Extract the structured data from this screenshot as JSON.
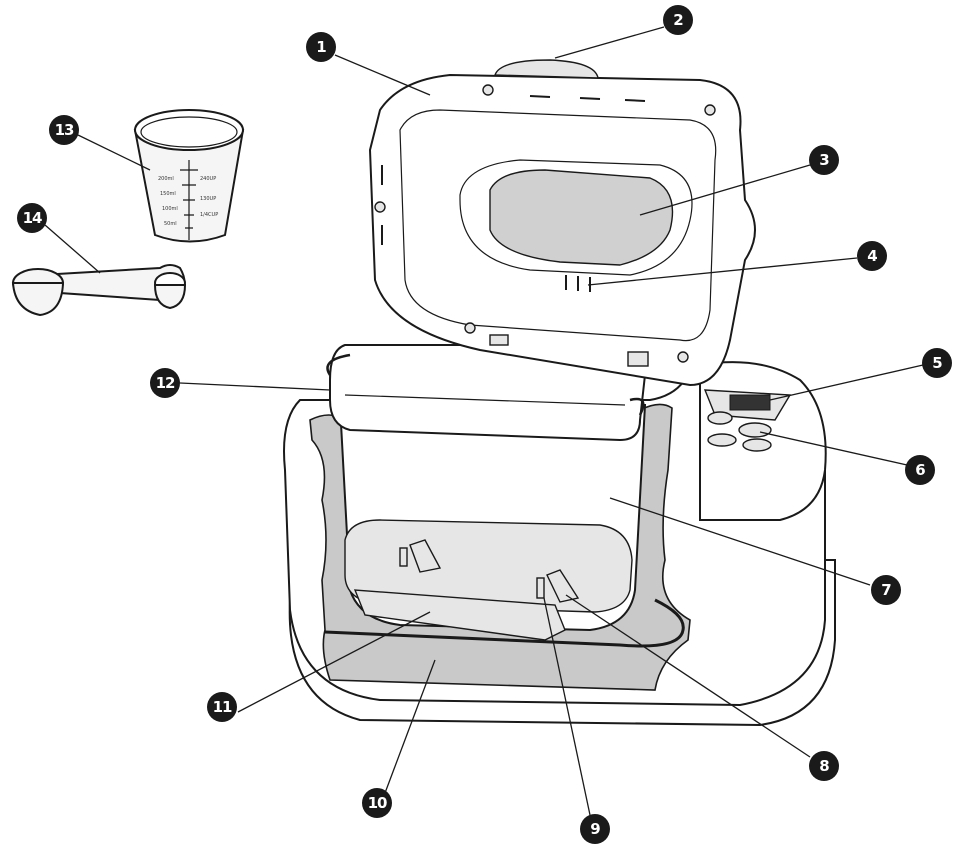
{
  "callouts": [
    {
      "id": 1,
      "label": "1"
    },
    {
      "id": 2,
      "label": "2"
    },
    {
      "id": 3,
      "label": "3"
    },
    {
      "id": 4,
      "label": "4"
    },
    {
      "id": 5,
      "label": "5"
    },
    {
      "id": 6,
      "label": "6"
    },
    {
      "id": 7,
      "label": "7"
    },
    {
      "id": 8,
      "label": "8"
    },
    {
      "id": 9,
      "label": "9"
    },
    {
      "id": 10,
      "label": "10"
    },
    {
      "id": 11,
      "label": "11"
    },
    {
      "id": 12,
      "label": "12"
    },
    {
      "id": 13,
      "label": "13"
    },
    {
      "id": 14,
      "label": "14"
    }
  ],
  "measuring_cup": {
    "left_scale": [
      "200ml",
      "150ml",
      "100ml",
      "50ml"
    ],
    "right_scale": [
      "240UP",
      "130UP",
      "1/4CUP"
    ]
  }
}
